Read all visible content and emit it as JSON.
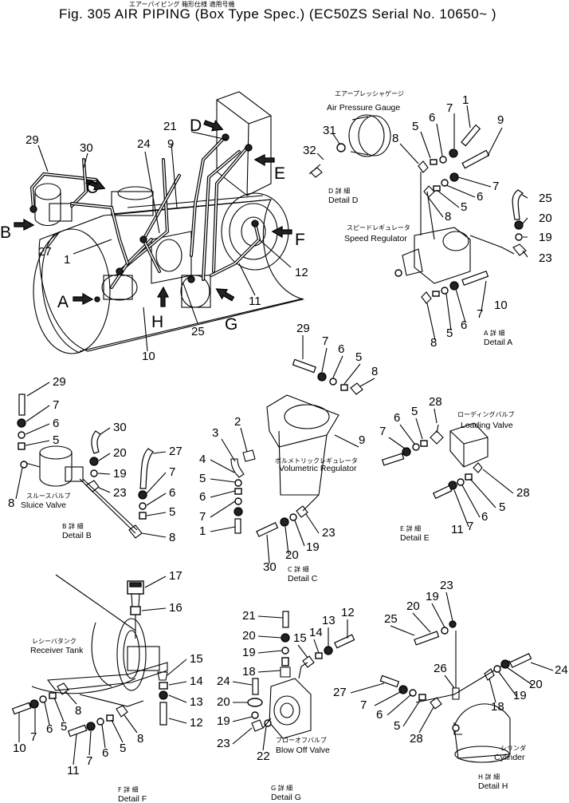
{
  "header": {
    "jp_text": "エアーパイピング 箱形仕様 適用号機",
    "title": "Fig. 305   AIR PIPING (Box Type Spec.) (EC50ZS Serial No. 10650~ )"
  },
  "view_arrows": {
    "A": "A",
    "B": "B",
    "C": "C",
    "D": "D",
    "E": "E",
    "F": "F",
    "G": "G",
    "H": "H"
  },
  "components": {
    "air_pressure_gauge": {
      "jp": "エアープレッシャゲージ",
      "en": "Air Pressure Gauge"
    },
    "speed_regulator": {
      "jp": "スピードレギュレータ",
      "en": "Speed Regulator"
    },
    "loading_valve": {
      "jp": "ローディングバルブ",
      "en": "Loading Valve"
    },
    "volumetric_regulator": {
      "jp": "ボルメトリックレギュレータ",
      "en": "Volumetric Regulator"
    },
    "sluice_valve": {
      "jp": "スルースバルブ",
      "en": "Sluice Valve"
    },
    "receiver_tank": {
      "jp": "レシーバタンク",
      "en": "Receiver Tank"
    },
    "blow_off_valve": {
      "jp": "ブローオフバルブ",
      "en": "Blow Off Valve"
    },
    "cylinder": {
      "jp": "シリンダ",
      "en": "Cylinder"
    }
  },
  "details": {
    "A": {
      "jp": "A 詳 細",
      "en": "Detail A"
    },
    "B": {
      "jp": "B 詳 細",
      "en": "Detail B"
    },
    "C": {
      "jp": "C 詳 細",
      "en": "Detail C"
    },
    "D": {
      "jp": "D 詳 細",
      "en": "Detail D"
    },
    "E": {
      "jp": "E 詳 細",
      "en": "Detail E"
    },
    "F": {
      "jp": "F 詳 細",
      "en": "Detail F"
    },
    "G": {
      "jp": "G 詳 細",
      "en": "Detail G"
    },
    "H": {
      "jp": "H 詳 細",
      "en": "Detail H"
    }
  },
  "callouts": {
    "main": [
      "29",
      "30",
      "24",
      "9",
      "21",
      "1",
      "27",
      "25",
      "10",
      "11",
      "12"
    ],
    "detail_d": [
      "31",
      "32"
    ],
    "detail_a": [
      "1",
      "5",
      "6",
      "7",
      "8",
      "9",
      "7",
      "6",
      "5",
      "8",
      "25",
      "20",
      "19",
      "23",
      "7",
      "6",
      "5",
      "8",
      "10"
    ],
    "detail_b": [
      "29",
      "7",
      "6",
      "5",
      "30",
      "20",
      "19",
      "23",
      "27",
      "7",
      "6",
      "5",
      "8",
      "8"
    ],
    "detail_c": [
      "29",
      "7",
      "6",
      "5",
      "8",
      "2",
      "3",
      "4",
      "5",
      "6",
      "7",
      "1",
      "23",
      "19",
      "20",
      "30"
    ],
    "detail_e": [
      "28",
      "7",
      "6",
      "5",
      "9",
      "28",
      "5",
      "6",
      "7",
      "11"
    ],
    "detail_f": [
      "17",
      "16",
      "15",
      "14",
      "13",
      "12",
      "8",
      "5",
      "6",
      "7",
      "10",
      "8",
      "5",
      "6",
      "7",
      "11"
    ],
    "detail_g": [
      "21",
      "20",
      "19",
      "18",
      "13",
      "14",
      "15",
      "12",
      "24",
      "20",
      "19",
      "23",
      "22"
    ],
    "detail_h": [
      "23",
      "19",
      "20",
      "25",
      "24",
      "20",
      "19",
      "18",
      "26",
      "27",
      "7",
      "6",
      "5",
      "28"
    ]
  }
}
